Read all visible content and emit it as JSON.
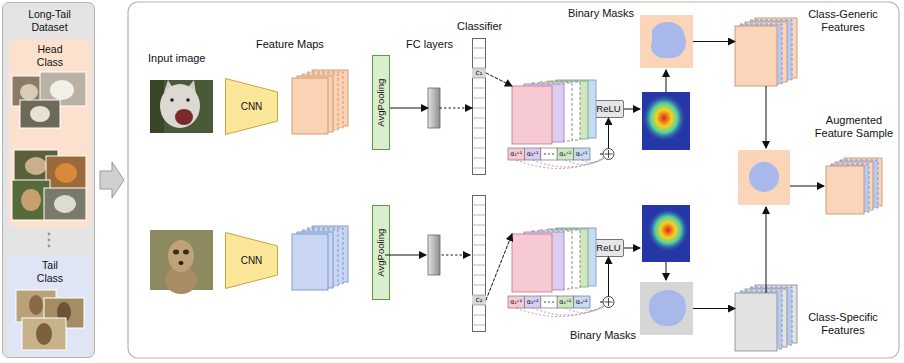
{
  "diagram": {
    "nodes": [
      {
        "text": [
          "Long-Tail Dataset"
        ]
      },
      {
        "text": [
          "Head Class"
        ],
        "in": 0
      },
      {
        "text": [
          "Tail Class"
        ],
        "in": 0
      },
      {
        "text": [
          "Input image"
        ]
      },
      {
        "text": [
          "CNN"
        ]
      },
      {
        "text": [
          "Feature Maps"
        ]
      },
      {
        "text": [
          "AvgPooling"
        ]
      },
      {
        "text": [
          "FC layers"
        ]
      },
      {
        "text": [
          "Classifier",
          "c₁"
        ]
      },
      {
        "text": [
          "α₁ᶜ¹",
          "α₂ᶜ¹",
          "αₖᶜ¹",
          "αₙᶜ¹"
        ]
      },
      {
        "text": [
          "ReLU"
        ]
      },
      {
        "text": [
          "Binary Masks"
        ]
      },
      {
        "text": [
          "Class-Generic Features"
        ]
      },
      {
        "text": [
          "Augmented Feature Sample"
        ]
      },
      {
        "text": [
          "CNN"
        ]
      },
      {
        "text": [
          "AvgPooling"
        ]
      },
      {
        "text": [
          "c₂"
        ]
      },
      {
        "text": [
          "α₁ᶜ²",
          "α₂ᶜ²",
          "αₖᶜ²",
          "αₙᶜ²"
        ]
      },
      {
        "text": [
          "ReLU"
        ]
      },
      {
        "text": [
          "Binary Masks"
        ]
      },
      {
        "text": [
          "Class-Specific Features"
        ]
      }
    ],
    "edges": [
      {
        "from": 6,
        "to": 7,
        "arrow": "to"
      },
      {
        "from": 7,
        "to": 8,
        "arrow": "to"
      },
      {
        "from": 8,
        "to": 9,
        "arrow": "to"
      },
      {
        "from": 9,
        "to": 10,
        "arrow": "to"
      },
      {
        "from": 11,
        "to": 12,
        "arrow": "to"
      },
      {
        "from": 16,
        "to": 17,
        "arrow": "to"
      },
      {
        "from": 17,
        "to": 18,
        "arrow": "to"
      },
      {
        "from": 19,
        "to": 20,
        "arrow": "to"
      }
    ]
  }
}
